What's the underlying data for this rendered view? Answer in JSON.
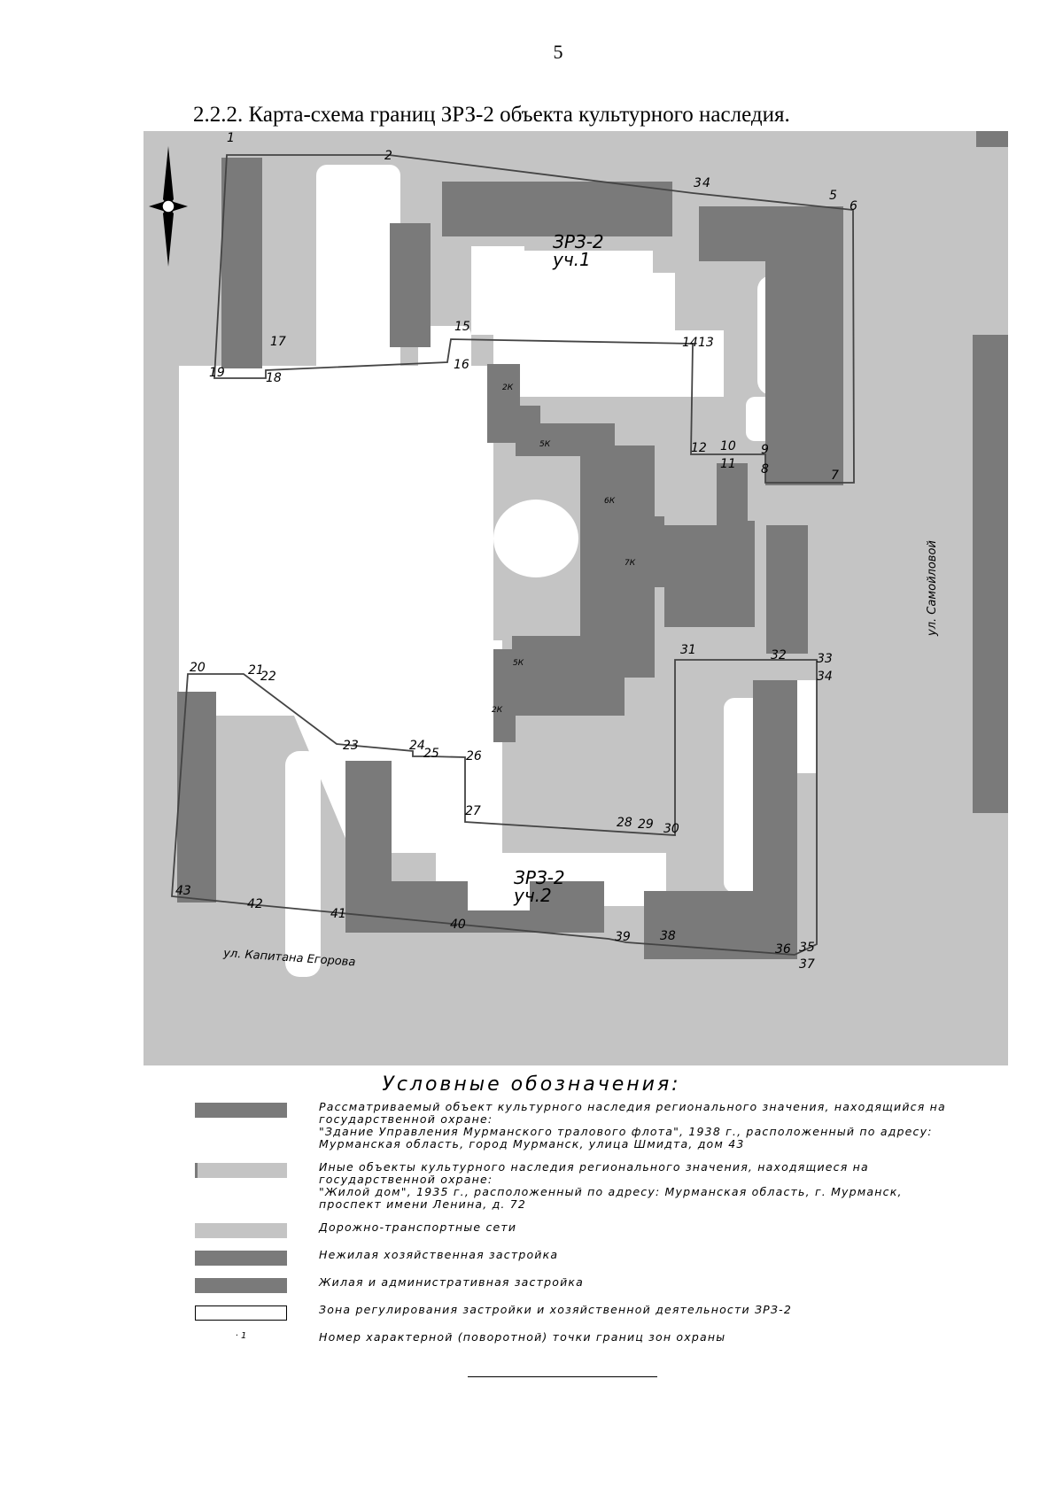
{
  "page_number": "5",
  "heading": "2.2.2. Карта-схема границ ЗРЗ-2 объекта культурного наследия.",
  "map": {
    "zone_labels": {
      "zone1_line1": "ЗРЗ-2",
      "zone1_line2": "уч.1",
      "zone2_line1": "ЗРЗ-2",
      "zone2_line2": "уч.2"
    },
    "streets": {
      "right": "ул. Самойловой",
      "bottom": "ул. Капитана Егорова"
    },
    "building_labels": [
      "2К",
      "5К",
      "6К",
      "7К",
      "5К",
      "2К"
    ],
    "points": [
      "1",
      "2",
      "3",
      "4",
      "5",
      "6",
      "7",
      "8",
      "9",
      "10",
      "11",
      "12",
      "13",
      "14",
      "15",
      "16",
      "17",
      "18",
      "19",
      "20",
      "21",
      "22",
      "23",
      "24",
      "25",
      "26",
      "27",
      "28",
      "29",
      "30",
      "31",
      "32",
      "33",
      "34",
      "35",
      "36",
      "37",
      "38",
      "39",
      "40",
      "41",
      "42",
      "43"
    ],
    "compass_icon": "compass-rose-icon",
    "colors": {
      "road": "#c4c4c4",
      "building": "#7a7a7a",
      "site": "#7a7a7a",
      "blank": "#ffffff",
      "boundary": "#444444"
    }
  },
  "legend": {
    "title": "Условные обозначения:",
    "items": [
      {
        "kind": "fill",
        "color": "#7a7a7a",
        "text": "Рассматриваемый объект культурного наследия регионального значения, находящийся на государственной охране:\n\"Здание Управления Мурманского тралового флота\", 1938 г., расположенный по адресу: Мурманская область, город Мурманск, улица Шмидта, дом 43"
      },
      {
        "kind": "fill",
        "color": "#c4c4c4",
        "text": "Иные объекты культурного наследия регионального значения, находящиеся на государственной охране:\n\"Жилой дом\", 1935 г., расположенный по адресу: Мурманская область, г. Мурманск, проспект имени Ленина, д. 72"
      },
      {
        "kind": "fill",
        "color": "#c4c4c4",
        "text": "Дорожно-транспортные сети"
      },
      {
        "kind": "fill",
        "color": "#7a7a7a",
        "text": "Нежилая хозяйственная застройка"
      },
      {
        "kind": "fill",
        "color": "#7a7a7a",
        "text": "Жилая и административная застройка"
      },
      {
        "kind": "outline",
        "color": "#ffffff",
        "text": "Зона регулирования застройки и хозяйственной деятельности ЗРЗ-2"
      },
      {
        "kind": "marker",
        "color": "",
        "marker": "1",
        "text": "Номер характерной (поворотной) точки границ зон охраны"
      }
    ]
  }
}
